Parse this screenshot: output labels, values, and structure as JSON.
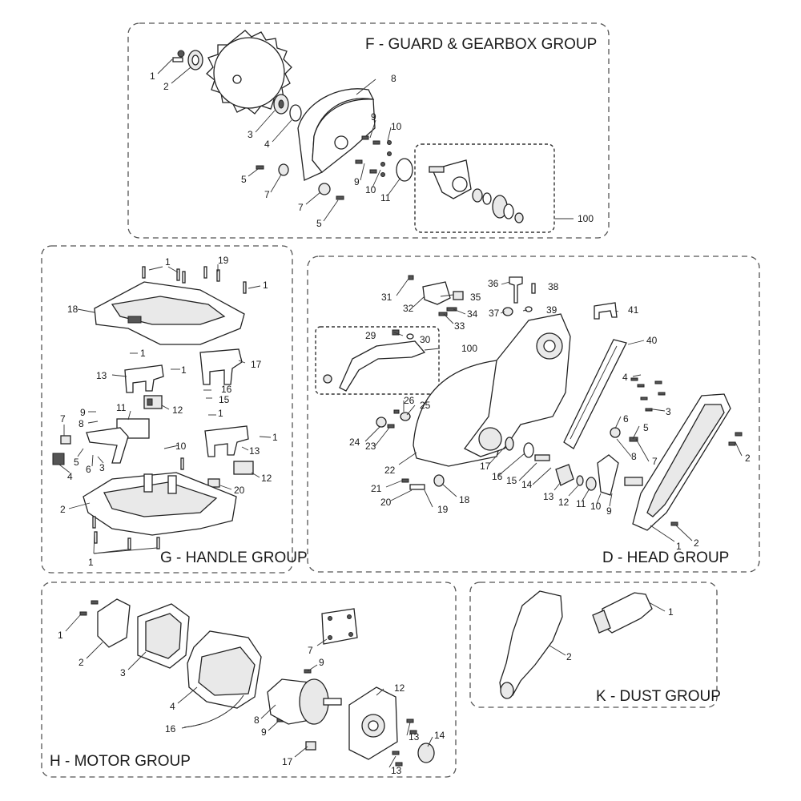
{
  "groups": {
    "F": {
      "title": "F - GUARD & GEARBOX GROUP",
      "labels": [
        "1",
        "2",
        "3",
        "4",
        "5",
        "7",
        "8",
        "9",
        "10",
        "9",
        "10",
        "11",
        "7",
        "5",
        "100"
      ]
    },
    "G": {
      "title": "G - HANDLE GROUP",
      "labels": [
        "1",
        "19",
        "1",
        "18",
        "1",
        "17",
        "1",
        "13",
        "16",
        "15",
        "9",
        "8",
        "11",
        "12",
        "7",
        "1",
        "5",
        "3",
        "6",
        "4",
        "10",
        "1",
        "13",
        "12",
        "20",
        "2",
        "1"
      ]
    },
    "D": {
      "title": "D - HEAD GROUP",
      "labels": [
        "31",
        "32",
        "36",
        "38",
        "35",
        "34",
        "37",
        "39",
        "33",
        "41",
        "29",
        "30",
        "100",
        "40",
        "4",
        "3",
        "26",
        "25",
        "24",
        "23",
        "6",
        "5",
        "2",
        "22",
        "17",
        "16",
        "15",
        "14",
        "8",
        "7",
        "21",
        "20",
        "19",
        "18",
        "13",
        "12",
        "11",
        "10",
        "9",
        "1",
        "2"
      ]
    },
    "H": {
      "title": "H - MOTOR GROUP",
      "labels": [
        "1",
        "2",
        "3",
        "7",
        "9",
        "4",
        "12",
        "8",
        "9",
        "16",
        "13",
        "14",
        "17",
        "13"
      ]
    },
    "K": {
      "title": "K - DUST GROUP",
      "labels": [
        "1",
        "2"
      ]
    }
  }
}
